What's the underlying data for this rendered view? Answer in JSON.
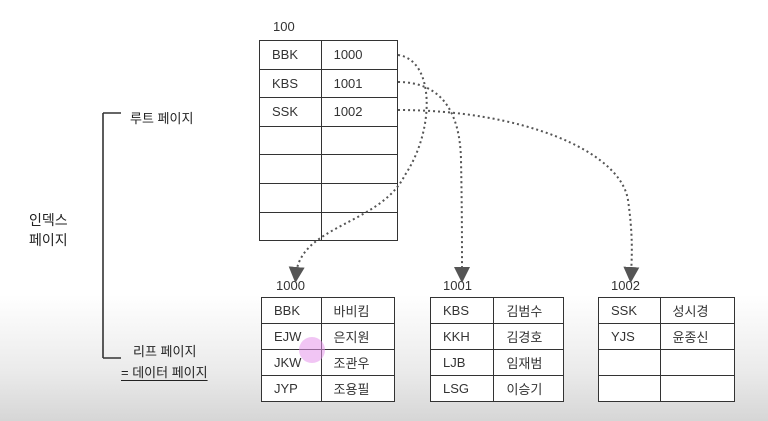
{
  "root_page": {
    "number": "100",
    "rows": [
      {
        "key": "BBK",
        "ptr": "1000"
      },
      {
        "key": "KBS",
        "ptr": "1001"
      },
      {
        "key": "SSK",
        "ptr": "1002"
      },
      {
        "key": "",
        "ptr": ""
      },
      {
        "key": "",
        "ptr": ""
      },
      {
        "key": "",
        "ptr": ""
      },
      {
        "key": "",
        "ptr": ""
      }
    ]
  },
  "leaf_pages": [
    {
      "number": "1000",
      "rows": [
        {
          "key": "BBK",
          "val": "바비킴"
        },
        {
          "key": "EJW",
          "val": "은지원"
        },
        {
          "key": "JKW",
          "val": "조관우"
        },
        {
          "key": "JYP",
          "val": "조용필"
        }
      ]
    },
    {
      "number": "1001",
      "rows": [
        {
          "key": "KBS",
          "val": "김범수"
        },
        {
          "key": "KKH",
          "val": "김경호"
        },
        {
          "key": "LJB",
          "val": "임재범"
        },
        {
          "key": "LSG",
          "val": "이승기"
        }
      ]
    },
    {
      "number": "1002",
      "rows": [
        {
          "key": "SSK",
          "val": "성시경"
        },
        {
          "key": "YJS",
          "val": "윤종신"
        },
        {
          "key": "",
          "val": ""
        },
        {
          "key": "",
          "val": ""
        }
      ]
    }
  ],
  "labels": {
    "root": "루트 페이지",
    "index_line1": "인덱스",
    "index_line2": "페이지",
    "leaf_line1": "리프 페이지",
    "leaf_line2": "= 데이터 페이지"
  },
  "colors": {
    "line": "#333333",
    "arrow": "#555555",
    "cursor_highlight": "#e696eb"
  }
}
